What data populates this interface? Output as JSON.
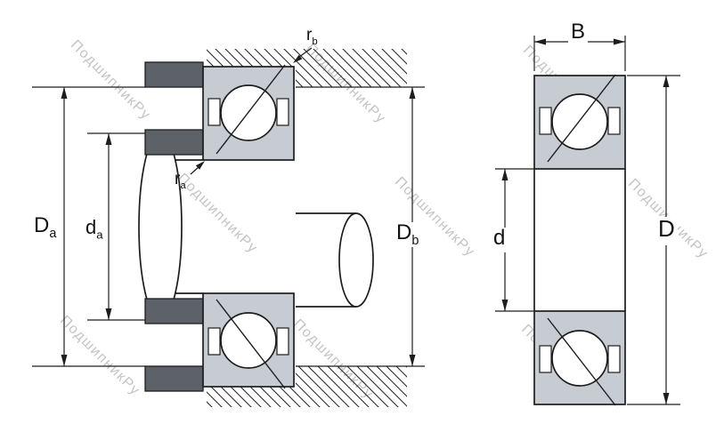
{
  "watermark": {
    "text": "ПодшипникРу"
  },
  "labels": {
    "Da": {
      "base": "D",
      "sub": "a"
    },
    "da": {
      "base": "d",
      "sub": "a"
    },
    "Db": {
      "base": "D",
      "sub": "b"
    },
    "ra": {
      "base": "r",
      "sub": "a"
    },
    "rb": {
      "base": "r",
      "sub": "b"
    },
    "B": {
      "base": "B",
      "sub": ""
    },
    "d": {
      "base": "d",
      "sub": ""
    },
    "D": {
      "base": "D",
      "sub": ""
    }
  },
  "colors": {
    "background": "#ffffff",
    "line": "#1d1d1d",
    "ring_fill": "#c6ccd2",
    "shoulder_fill": "#5c6268",
    "watermark": "#c4c4c4",
    "label": "#111111"
  }
}
